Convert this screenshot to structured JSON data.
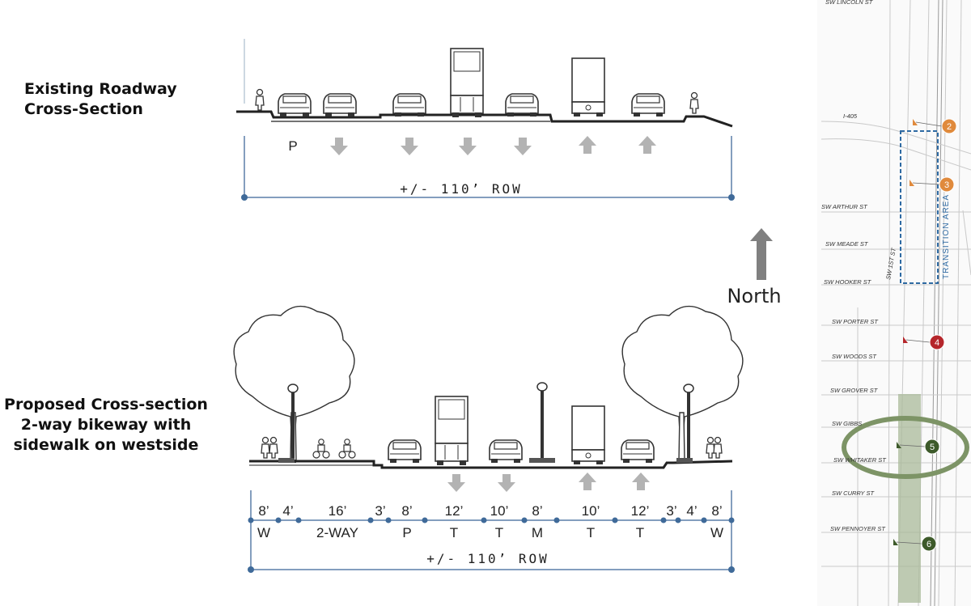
{
  "headings": {
    "existing": [
      "Existing Roadway",
      "Cross-Section"
    ],
    "proposed": [
      "Proposed Cross-section",
      "2-way bikeway with",
      "sidewalk on westside"
    ]
  },
  "existing_section": {
    "lane_label": "P",
    "row_label": "+/- 110’ ROW",
    "arrows": [
      "down",
      "down",
      "down",
      "down",
      "up",
      "up"
    ]
  },
  "proposed_section": {
    "segments": [
      {
        "width": "8’",
        "code": "W"
      },
      {
        "width": "4’",
        "code": ""
      },
      {
        "width": "16’",
        "code": "2-WAY"
      },
      {
        "width": "3’",
        "code": ""
      },
      {
        "width": "8’",
        "code": "P"
      },
      {
        "width": "12’",
        "code": "T"
      },
      {
        "width": "10’",
        "code": "T"
      },
      {
        "width": "8’",
        "code": "M"
      },
      {
        "width": "10’",
        "code": "T"
      },
      {
        "width": "12’",
        "code": "T"
      },
      {
        "width": "3’",
        "code": ""
      },
      {
        "width": "4’",
        "code": ""
      },
      {
        "width": "8’",
        "code": "W"
      }
    ],
    "row_label": "+/- 110’ ROW",
    "arrows": [
      "down",
      "down",
      "up",
      "up"
    ]
  },
  "north_label": "North",
  "map": {
    "streets": [
      "SW LINCOLN ST",
      "I-405",
      "SW ARTHUR ST",
      "SW MEADE ST",
      "SW HOOKER ST",
      "SW PORTER ST",
      "SW WOODS ST",
      "SW GROVER ST",
      "SW GIBBS",
      "SW WHITAKER ST",
      "SW CURRY ST",
      "SW PENNOYER ST"
    ],
    "side_street": "SW 1ST ST",
    "transition_label": "TRANSITION AREA",
    "markers": [
      {
        "num": "2",
        "color": "#e08a3c"
      },
      {
        "num": "3",
        "color": "#e08a3c"
      },
      {
        "num": "4",
        "color": "#b5262b"
      },
      {
        "num": "5",
        "color": "#3d5a2a"
      },
      {
        "num": "6",
        "color": "#3d5a2a"
      }
    ],
    "colors": {
      "highlight": "#7d9466",
      "transition": "#2e6aa3",
      "corridor": "#a9b99a"
    }
  }
}
